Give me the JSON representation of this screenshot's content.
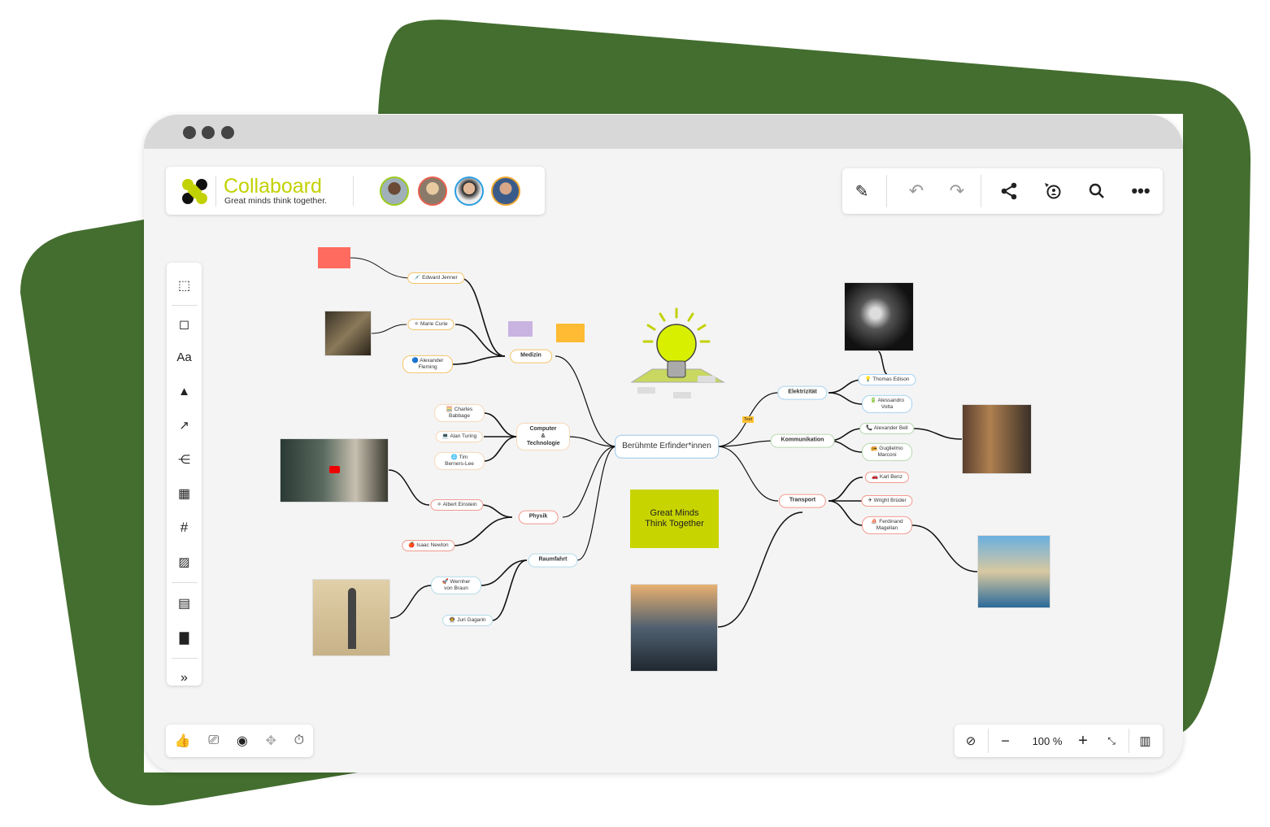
{
  "app": {
    "name": "Collaboard",
    "tagline": "Great minds think together.",
    "brand_color": "#c2d100",
    "backdrop_color": "#446e2f"
  },
  "collaborators": [
    {
      "name": "user-1",
      "ring": "#9ccc1c"
    },
    {
      "name": "user-2",
      "ring": "#e8604c"
    },
    {
      "name": "user-3",
      "ring": "#2a9ee0"
    },
    {
      "name": "user-4",
      "ring": "#f0a830"
    }
  ],
  "top_toolbar": [
    "magic-pen-icon",
    "undo-icon",
    "redo-icon",
    "share-icon",
    "presenter-icon",
    "search-icon",
    "more-icon"
  ],
  "left_toolbar": [
    {
      "icon": "select-frame-icon"
    },
    {
      "icon": "sticky-note-icon"
    },
    {
      "icon": "text-icon",
      "label": "Aa"
    },
    {
      "icon": "shapes-icon"
    },
    {
      "icon": "connector-icon"
    },
    {
      "icon": "mindmap-icon"
    },
    {
      "icon": "table-icon"
    },
    {
      "icon": "frame-icon"
    },
    {
      "icon": "media-icon"
    },
    {
      "icon": "template-icon"
    },
    {
      "icon": "comment-icon"
    },
    {
      "icon": "expand-icon",
      "label": "»"
    }
  ],
  "bottom_left": [
    "thumbs-up-icon",
    "presentation-icon",
    "focus-icon",
    "move-icon",
    "timer-icon"
  ],
  "bottom_right": {
    "zoom": "100 %",
    "icons": [
      "compass-icon",
      "zoom-out-icon",
      "zoom-in-icon",
      "fit-icon",
      "minimap-icon"
    ]
  },
  "mindmap": {
    "center": "Berühmte Erfinder*innen",
    "note": "Great Minds Think Together",
    "text_label": "Text",
    "branches": [
      {
        "label": "Medizin",
        "color": "#f5c56a",
        "children": [
          "💉 Edward Jenner",
          "⚛ Marie Curie",
          "🔵 Alexander Fleming"
        ]
      },
      {
        "label": "Computer & Technologie",
        "color": "#f8d8b8",
        "children": [
          "🧮 Charles Babbage",
          "💻 Alan Turing",
          "🌐 Tim Berners-Lee"
        ]
      },
      {
        "label": "Physik",
        "color": "#f29a8e",
        "children": [
          "⚛ Albert Einstein",
          "🍎 Isaac Newton"
        ]
      },
      {
        "label": "Raumfahrt",
        "color": "#b5dcea",
        "children": [
          "🚀 Wernher von Braun",
          "👨‍🚀 Juri Gagarin"
        ]
      },
      {
        "label": "Elektrizität",
        "color": "#a8d4f0",
        "children": [
          "💡 Thomas Edison",
          "🔋 Alessandro Volta"
        ]
      },
      {
        "label": "Kommunikation",
        "color": "#b8d8b0",
        "children": [
          "📞 Alexander Bell",
          "📻 Guglielmo Marconi"
        ]
      },
      {
        "label": "Transport",
        "color": "#f29a8e",
        "children": [
          "🚗 Karl Benz",
          "✈ Wright Brüder",
          "⛵ Ferdinand Magellan"
        ]
      }
    ],
    "sticky_colors": [
      "#ff6b5e",
      "#c9b3e0",
      "#ffbb33",
      "#c8d400"
    ]
  }
}
